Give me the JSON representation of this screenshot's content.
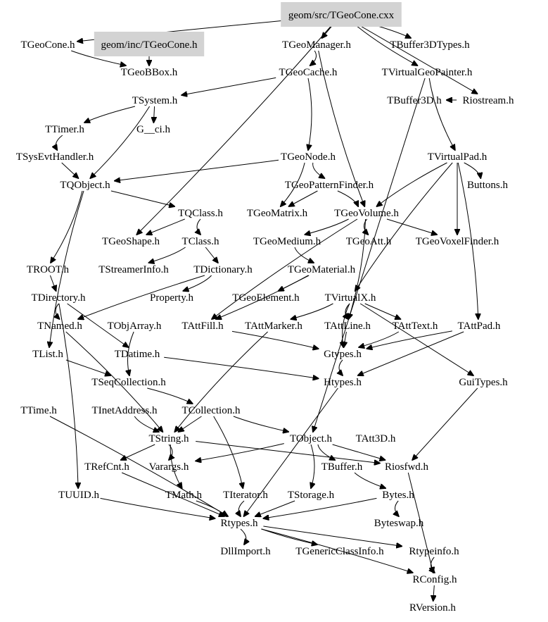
{
  "diagram": {
    "type": "include-dependency-graph",
    "root": "geom/src/TGeoCone.cxx",
    "highlighted_nodes": [
      "geom/src/TGeoCone.cxx",
      "geom/inc/TGeoCone.h"
    ],
    "colors": {
      "highlight_fill": "#d3d3d3",
      "edge": "#000000",
      "text": "#000000",
      "background": "#ffffff"
    },
    "nodes": {
      "src": "geom/src/TGeoCone.cxx",
      "TGeoCone": "TGeoCone.h",
      "incTGeoCone": "geom/inc/TGeoCone.h",
      "TGeoManager": "TGeoManager.h",
      "TBuffer3DTypes": "TBuffer3DTypes.h",
      "TGeoBBox": "TGeoBBox.h",
      "TGeoCache": "TGeoCache.h",
      "TVirtualGeoPainter": "TVirtualGeoPainter.h",
      "TSystem": "TSystem.h",
      "TBuffer3D": "TBuffer3D.h",
      "Riostream": "Riostream.h",
      "TTimer": "TTimer.h",
      "G__ci": "G__ci.h",
      "TSysEvtHandler": "TSysEvtHandler.h",
      "TGeoNode": "TGeoNode.h",
      "TVirtualPad": "TVirtualPad.h",
      "TQObject": "TQObject.h",
      "TGeoPatternFinder": "TGeoPatternFinder.h",
      "Buttons": "Buttons.h",
      "TQClass": "TQClass.h",
      "TGeoMatrix": "TGeoMatrix.h",
      "TGeoVolume": "TGeoVolume.h",
      "TGeoShape": "TGeoShape.h",
      "TClass": "TClass.h",
      "TGeoMedium": "TGeoMedium.h",
      "TGeoAtt": "TGeoAtt.h",
      "TGeoVoxelFinder": "TGeoVoxelFinder.h",
      "TROOT": "TROOT.h",
      "TStreamerInfo": "TStreamerInfo.h",
      "TDictionary": "TDictionary.h",
      "TGeoMaterial": "TGeoMaterial.h",
      "TDirectory": "TDirectory.h",
      "Property": "Property.h",
      "TGeoElement": "TGeoElement.h",
      "TVirtualX": "TVirtualX.h",
      "TNamed": "TNamed.h",
      "TObjArray": "TObjArray.h",
      "TAttFill": "TAttFill.h",
      "TAttMarker": "TAttMarker.h",
      "TAttLine": "TAttLine.h",
      "TAttText": "TAttText.h",
      "TAttPad": "TAttPad.h",
      "TList": "TList.h",
      "TDatime": "TDatime.h",
      "Gtypes": "Gtypes.h",
      "TSeqCollection": "TSeqCollection.h",
      "Htypes": "Htypes.h",
      "GuiTypes": "GuiTypes.h",
      "TTime": "TTime.h",
      "TInetAddress": "TInetAddress.h",
      "TCollection": "TCollection.h",
      "TString": "TString.h",
      "TObject": "TObject.h",
      "TAtt3D": "TAtt3D.h",
      "TRefCnt": "TRefCnt.h",
      "Varargs": "Varargs.h",
      "TBuffer": "TBuffer.h",
      "Riosfwd": "Riosfwd.h",
      "TUUID": "TUUID.h",
      "TMath": "TMath.h",
      "TIterator": "TIterator.h",
      "TStorage": "TStorage.h",
      "Bytes": "Bytes.h",
      "Rtypes": "Rtypes.h",
      "Byteswap": "Byteswap.h",
      "DllImport": "DllImport.h",
      "TGenericClassInfo": "TGenericClassInfo.h",
      "Rtypeinfo": "Rtypeinfo.h",
      "RConfig": "RConfig.h",
      "RVersion": "RVersion.h"
    },
    "edges": [
      [
        "src",
        "TGeoCone"
      ],
      [
        "src",
        "TGeoManager"
      ],
      [
        "src",
        "TBuffer3DTypes"
      ],
      [
        "src",
        "TVirtualGeoPainter"
      ],
      [
        "src",
        "Riostream"
      ],
      [
        "src",
        "TGeoShape"
      ],
      [
        "TGeoCone",
        "TGeoBBox"
      ],
      [
        "incTGeoCone",
        "TGeoBBox"
      ],
      [
        "TGeoManager",
        "TGeoCache"
      ],
      [
        "TGeoManager",
        "TGeoVolume"
      ],
      [
        "TGeoCache",
        "TSystem"
      ],
      [
        "TGeoCache",
        "TGeoNode"
      ],
      [
        "TVirtualGeoPainter",
        "TVirtualPad"
      ],
      [
        "TVirtualGeoPainter",
        "TObject"
      ],
      [
        "Riostream",
        "TBuffer3D"
      ],
      [
        "TSystem",
        "TTimer"
      ],
      [
        "TSystem",
        "G__ci"
      ],
      [
        "TSystem",
        "TQObject"
      ],
      [
        "TTimer",
        "TSysEvtHandler"
      ],
      [
        "TSysEvtHandler",
        "TQObject"
      ],
      [
        "TGeoNode",
        "TGeoMatrix"
      ],
      [
        "TGeoNode",
        "TGeoPatternFinder"
      ],
      [
        "TGeoNode",
        "TQObject"
      ],
      [
        "TVirtualPad",
        "Buttons"
      ],
      [
        "TVirtualPad",
        "TGeoVolume"
      ],
      [
        "TVirtualPad",
        "TGeoVoxelFinder"
      ],
      [
        "TVirtualPad",
        "TAttPad"
      ],
      [
        "TVirtualPad",
        "TVirtualX"
      ],
      [
        "TQObject",
        "TQClass"
      ],
      [
        "TQObject",
        "TROOT"
      ],
      [
        "TQObject",
        "TList"
      ],
      [
        "TGeoPatternFinder",
        "TGeoMatrix"
      ],
      [
        "TGeoPatternFinder",
        "TGeoVolume"
      ],
      [
        "TQClass",
        "TClass"
      ],
      [
        "TQClass",
        "TGeoShape"
      ],
      [
        "TGeoVolume",
        "TGeoMedium"
      ],
      [
        "TGeoVolume",
        "TGeoAtt"
      ],
      [
        "TGeoVolume",
        "TGeoVoxelFinder"
      ],
      [
        "TGeoVolume",
        "TAttLine"
      ],
      [
        "TGeoVolume",
        "TAttFill"
      ],
      [
        "TClass",
        "TDictionary"
      ],
      [
        "TClass",
        "TStreamerInfo"
      ],
      [
        "TGeoMedium",
        "TGeoMaterial"
      ],
      [
        "TROOT",
        "TDirectory"
      ],
      [
        "TDictionary",
        "Property"
      ],
      [
        "TDictionary",
        "TNamed"
      ],
      [
        "TGeoMaterial",
        "TGeoElement"
      ],
      [
        "TGeoMaterial",
        "TAttFill"
      ],
      [
        "TDirectory",
        "TNamed"
      ],
      [
        "TDirectory",
        "TDatime"
      ],
      [
        "TDirectory",
        "TUUID"
      ],
      [
        "TVirtualX",
        "TAttLine"
      ],
      [
        "TVirtualX",
        "TAttText"
      ],
      [
        "TVirtualX",
        "TAttMarker"
      ],
      [
        "TVirtualX",
        "Gtypes"
      ],
      [
        "TVirtualX",
        "GuiTypes"
      ],
      [
        "TNamed",
        "TString"
      ],
      [
        "TObjArray",
        "TSeqCollection"
      ],
      [
        "TList",
        "TSeqCollection"
      ],
      [
        "TAttFill",
        "Gtypes"
      ],
      [
        "TAttMarker",
        "TString"
      ],
      [
        "TAttLine",
        "Gtypes"
      ],
      [
        "TAttText",
        "Gtypes"
      ],
      [
        "TAttPad",
        "Gtypes"
      ],
      [
        "TAttPad",
        "Htypes"
      ],
      [
        "TDatime",
        "Htypes"
      ],
      [
        "Gtypes",
        "Htypes"
      ],
      [
        "Htypes",
        "Rtypes"
      ],
      [
        "TSeqCollection",
        "TCollection"
      ],
      [
        "TCollection",
        "TObject"
      ],
      [
        "TCollection",
        "TString"
      ],
      [
        "TCollection",
        "TIterator"
      ],
      [
        "TInetAddress",
        "TString"
      ],
      [
        "TString",
        "TRefCnt"
      ],
      [
        "TString",
        "Varargs"
      ],
      [
        "TString",
        "TMath"
      ],
      [
        "TString",
        "Riosfwd"
      ],
      [
        "TObject",
        "TStorage"
      ],
      [
        "TObject",
        "TBuffer"
      ],
      [
        "TObject",
        "Riosfwd"
      ],
      [
        "TObject",
        "Varargs"
      ],
      [
        "TBuffer",
        "Bytes"
      ],
      [
        "GuiTypes",
        "Riosfwd"
      ],
      [
        "TTime",
        "Rtypes"
      ],
      [
        "TUUID",
        "Rtypes"
      ],
      [
        "TRefCnt",
        "Rtypes"
      ],
      [
        "TMath",
        "Rtypes"
      ],
      [
        "TIterator",
        "Rtypes"
      ],
      [
        "TStorage",
        "Rtypes"
      ],
      [
        "Bytes",
        "Rtypes"
      ],
      [
        "Bytes",
        "Byteswap"
      ],
      [
        "Riosfwd",
        "RConfig"
      ],
      [
        "Rtypes",
        "DllImport"
      ],
      [
        "Rtypes",
        "TGenericClassInfo"
      ],
      [
        "Rtypes",
        "Rtypeinfo"
      ],
      [
        "Rtypes",
        "RConfig"
      ],
      [
        "Rtypeinfo",
        "RConfig"
      ],
      [
        "RConfig",
        "RVersion"
      ]
    ]
  }
}
